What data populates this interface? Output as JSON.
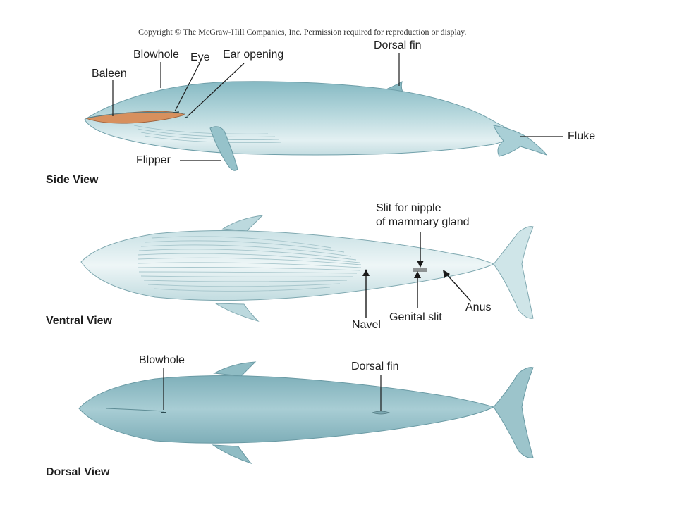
{
  "copyright": "Copyright © The McGraw-Hill Companies, Inc. Permission required for reproduction or display.",
  "side_view": {
    "title": "Side View",
    "labels": {
      "blowhole": "Blowhole",
      "eye": "Eye",
      "ear_opening": "Ear opening",
      "baleen": "Baleen",
      "dorsal_fin": "Dorsal fin",
      "flipper": "Flipper",
      "fluke": "Fluke"
    }
  },
  "ventral_view": {
    "title": "Ventral View",
    "labels": {
      "nipple_slit_line1": "Slit for nipple",
      "nipple_slit_line2": "of mammary gland",
      "navel": "Navel",
      "genital_slit": "Genital slit",
      "anus": "Anus"
    }
  },
  "dorsal_view": {
    "title": "Dorsal View",
    "labels": {
      "blowhole": "Blowhole",
      "dorsal_fin": "Dorsal fin"
    }
  },
  "colors": {
    "whale_body": "#a9cfd6",
    "whale_shadow": "#7fb3bd",
    "whale_belly": "#dcecef",
    "dorsal_body": "#8fbcc4",
    "baleen": "#d7905e",
    "leader_line": "#1a1a1a"
  }
}
